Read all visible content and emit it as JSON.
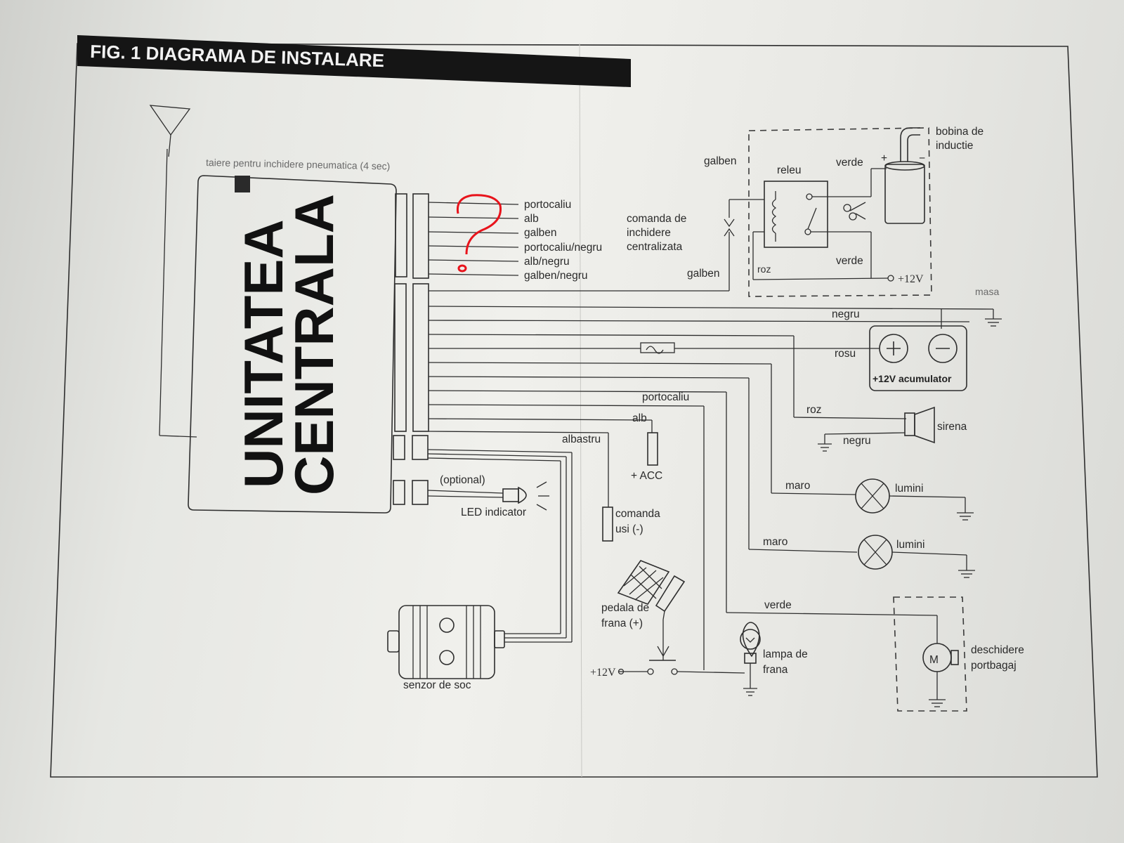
{
  "title": "FIG. 1 DIAGRAMA DE INSTALARE",
  "central_unit": {
    "line1": "UNITATEA",
    "line2": "CENTRALA",
    "note": "taiere pentru inchidere pneumatica (4 sec)"
  },
  "wires_top": [
    "portocaliu",
    "alb",
    "galben",
    "portocaliu/negru",
    "alb/negru",
    "galben/negru"
  ],
  "annotation_mark": "?",
  "central_lock": {
    "label": "comanda de inchidere centralizata",
    "line1": "comanda de",
    "line2": "inchidere",
    "line3": "centralizata",
    "wire_top": "galben",
    "wire_bottom": "galben"
  },
  "relay": {
    "label": "releu",
    "wire_top": "verde",
    "wire_bottom": "verde",
    "wire_pink": "roz",
    "supply": "+12V"
  },
  "coil": {
    "line1": "bobina de",
    "line2": "inductie"
  },
  "ground_label": "masa",
  "battery": {
    "label": "+12V acumulator",
    "wire_black": "negru",
    "wire_red": "rosu"
  },
  "siren": {
    "label": "sirena",
    "wire_pink": "roz",
    "wire_black": "negru"
  },
  "lights": [
    {
      "label": "lumini",
      "wire": "maro"
    },
    {
      "label": "lumini",
      "wire": "maro"
    }
  ],
  "acc": {
    "label": "+ ACC",
    "wire_orange": "portocaliu",
    "wire_white": "alb"
  },
  "doors": {
    "line1": "comanda",
    "line2": "usi (-)",
    "wire": "albastru"
  },
  "led": {
    "label": "LED indicator",
    "optional": "(optional)"
  },
  "shock_sensor": {
    "label": "senzor de soc"
  },
  "brake_pedal": {
    "line1": "pedala de",
    "line2": "frana (+)",
    "supply": "+12V"
  },
  "brake_lamp": {
    "line1": "lampa de",
    "line2": "frana"
  },
  "trunk": {
    "line1": "deschidere",
    "line2": "portbagaj",
    "wire": "verde",
    "motor": "M"
  },
  "colors": {
    "paper": "#ececea",
    "ink": "#2e2e2e",
    "title_bar": "#151515",
    "annotation": "#e8131b"
  }
}
